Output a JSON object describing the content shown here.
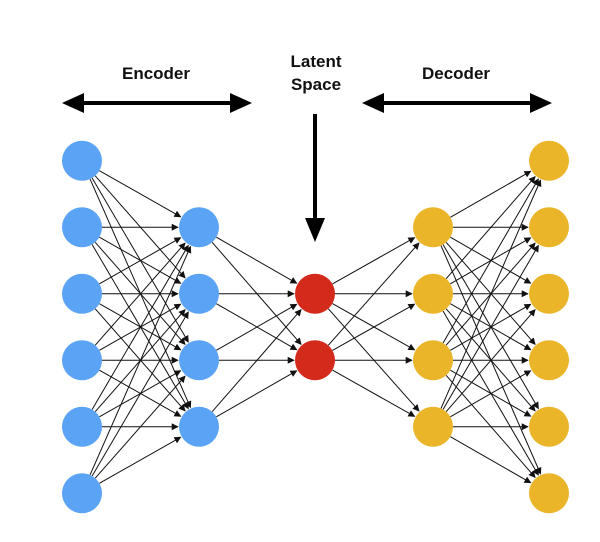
{
  "labels": {
    "encoder": "Encoder",
    "latent_line1": "Latent",
    "latent_line2": "Space",
    "decoder": "Decoder"
  },
  "colors": {
    "encoder_input": "#5ba3f5",
    "encoder_hidden": "#5ba3f5",
    "latent": "#d42a1c",
    "decoder_hidden": "#ebb52a",
    "decoder_output": "#ebb52a",
    "edge": "#111111",
    "arrow": "#000000"
  },
  "network": {
    "layers": [
      {
        "name": "encoder-input",
        "role": "encoder_input",
        "nodes": 6
      },
      {
        "name": "encoder-hidden",
        "role": "encoder_hidden",
        "nodes": 4
      },
      {
        "name": "latent",
        "role": "latent",
        "nodes": 2
      },
      {
        "name": "decoder-hidden",
        "role": "decoder_hidden",
        "nodes": 4
      },
      {
        "name": "decoder-output",
        "role": "decoder_output",
        "nodes": 6
      }
    ],
    "connectivity": "fully-connected",
    "edge_direction": "left-to-right"
  }
}
